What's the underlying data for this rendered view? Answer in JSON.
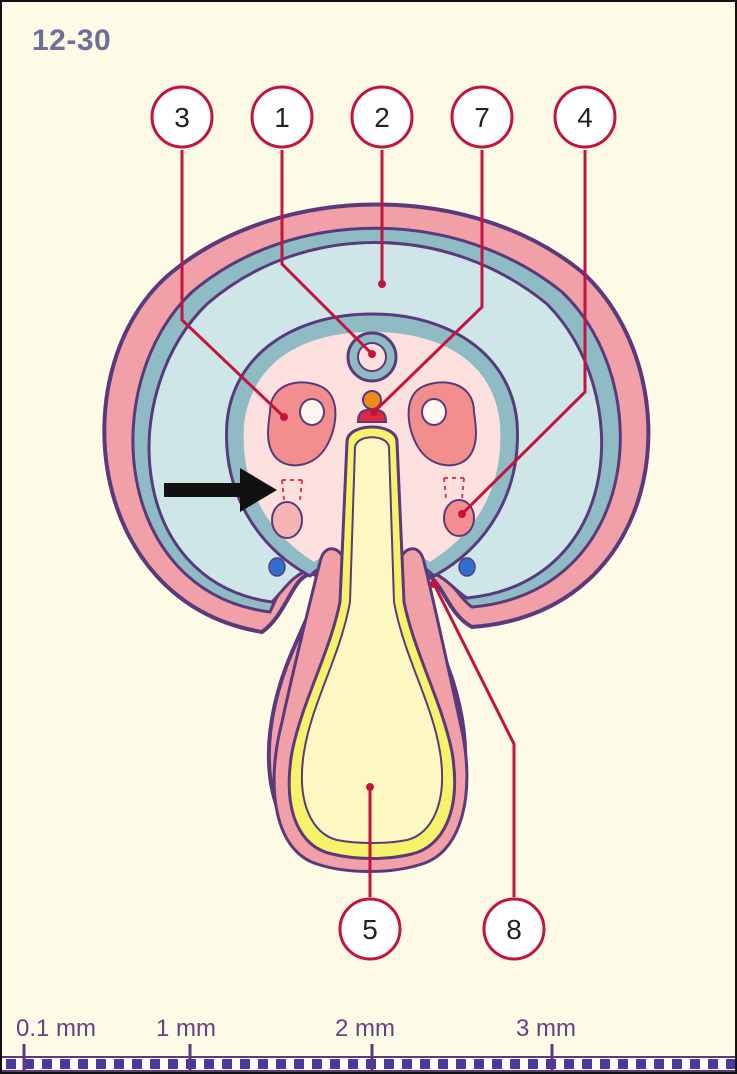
{
  "figure_id": "12-30",
  "callouts": [
    {
      "label": "3"
    },
    {
      "label": "1"
    },
    {
      "label": "2"
    },
    {
      "label": "7"
    },
    {
      "label": "4"
    },
    {
      "label": "5"
    },
    {
      "label": "8"
    }
  ],
  "scale_bar": {
    "labels": [
      "0.1 mm",
      "1 mm",
      "2 mm",
      "3 mm"
    ]
  },
  "colors": {
    "background": "#fdfbe6",
    "ectoderm_pink": "#f0a0a6",
    "outline_purple": "#5a3a7c",
    "cavity_blue": "#cfe6e8",
    "band_teal": "#8fbcc4",
    "mesoderm_pale": "#fbe0de",
    "somite_pink": "#f28e8e",
    "yolk_yellow": "#fdf7c2",
    "endoderm_yellow": "#f6f26a",
    "leader_red": "#c2143e",
    "node_blue": "#2f6fd0",
    "notochord_orange": "#f08a1c",
    "arrow_black": "#111111"
  }
}
